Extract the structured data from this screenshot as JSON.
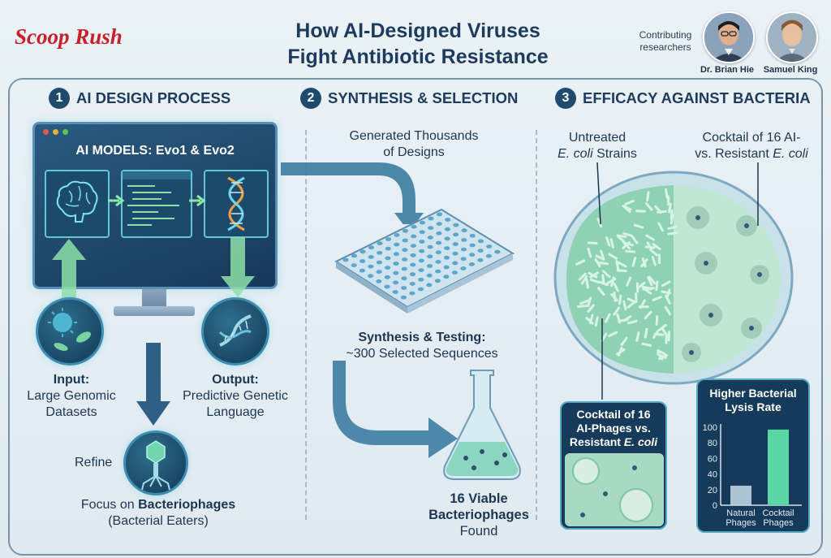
{
  "brand": "Scoop Rush",
  "title_line1": "How AI-Designed Viruses",
  "title_line2": "Fight Antibiotic Resistance",
  "contributors": {
    "label_line1": "Contributing",
    "label_line2": "researchers",
    "people": [
      {
        "name": "Dr. Brian Hie",
        "icon": "portrait-avatar"
      },
      {
        "name": "Samuel King",
        "icon": "portrait-avatar"
      }
    ]
  },
  "section1": {
    "number": "1",
    "heading": "AI DESIGN PROCESS",
    "monitor_title": "AI MODELS: Evo1 & Evo2",
    "panes": [
      "brain-icon",
      "code-lines-icon",
      "dna-icon"
    ],
    "input_title": "Input:",
    "input_line1": "Large Genomic",
    "input_line2": "Datasets",
    "output_title": "Output:",
    "output_line1": "Predictive Genetic",
    "output_line2": "Language",
    "refine": "Refine",
    "focus_prefix": "Focus on ",
    "focus_bold": "Bacteriophages",
    "focus_sub": "(Bacterial Eaters)"
  },
  "section2": {
    "number": "2",
    "heading": "SYNTHESIS & SELECTION",
    "generated_line1": "Generated Thousands",
    "generated_line2": "of Designs",
    "synthesis_title": "Synthesis & Testing:",
    "synthesis_sub": "~300 Selected Sequences",
    "viable_line1": "16 Viable",
    "viable_line2": "Bacteriophages",
    "viable_line3": "Found"
  },
  "section3": {
    "number": "3",
    "heading": "EFFICACY AGAINST BACTERIA",
    "untreated_line1": "Untreated",
    "untreated_italic": "E. coli",
    "untreated_rest": " Strains",
    "cocktail_line1": "Cocktail of 16 AI-",
    "cocktail_line2_prefix": "vs. Resistant ",
    "cocktail_italic": "E. coli",
    "inset_line1": "Cocktail of 16",
    "inset_line2": "AI-Phages vs.",
    "inset_line3_prefix": "Resistant ",
    "inset_italic": "E. coli"
  },
  "chart_data": {
    "type": "bar",
    "title": "Higher Bacterial Lysis Rate",
    "categories": [
      "Natural Phages",
      "Cocktail Phages"
    ],
    "category_lines": [
      [
        "Natural",
        "Phages"
      ],
      [
        "Cocktail",
        "Phages"
      ]
    ],
    "values": [
      25,
      97
    ],
    "ylim": [
      0,
      100
    ],
    "yticks": [
      0,
      20,
      40,
      60,
      80,
      100
    ]
  },
  "colors": {
    "brand": "#c8202a",
    "title": "#1e3a5c",
    "accent": "#4fc3d3",
    "green": "#5bd68f"
  }
}
